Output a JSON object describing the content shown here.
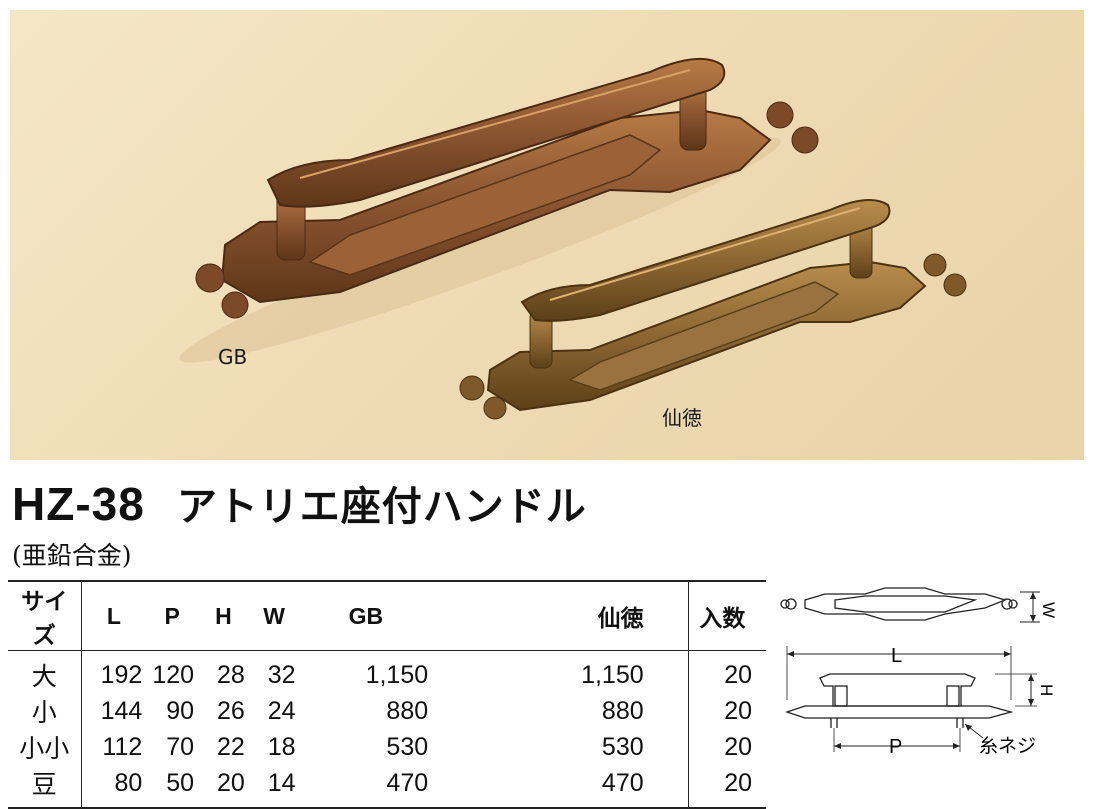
{
  "photo": {
    "label_gb": "GB",
    "label_sentoku": "仙徳",
    "colors": {
      "background": "#f0dfb9",
      "gb_finish": "#8a5430",
      "sentoku_finish": "#8c6632"
    }
  },
  "product": {
    "model": "HZ-38",
    "name": "アトリエ座付ハンドル",
    "material": "(亜鉛合金)"
  },
  "table": {
    "headers": {
      "size": "サイズ",
      "l": "L",
      "p": "P",
      "h": "H",
      "w": "W",
      "gb": "GB",
      "sentoku": "仙徳",
      "qty": "入数"
    },
    "rows": [
      {
        "size": "大",
        "l": "192",
        "p": "120",
        "h": "28",
        "w": "32",
        "gb": "1,150",
        "sentoku": "1,150",
        "qty": "20"
      },
      {
        "size": "小",
        "l": "144",
        "p": "90",
        "h": "26",
        "w": "24",
        "gb": "880",
        "sentoku": "880",
        "qty": "20"
      },
      {
        "size": "小小",
        "l": "112",
        "p": "70",
        "h": "22",
        "w": "18",
        "gb": "530",
        "sentoku": "530",
        "qty": "20"
      },
      {
        "size": "豆",
        "l": "80",
        "p": "50",
        "h": "20",
        "w": "14",
        "gb": "470",
        "sentoku": "470",
        "qty": "20"
      }
    ]
  },
  "diagram": {
    "label_w": "W",
    "label_l": "L",
    "label_h": "H",
    "label_p": "P",
    "label_screw": "糸ネジ"
  }
}
